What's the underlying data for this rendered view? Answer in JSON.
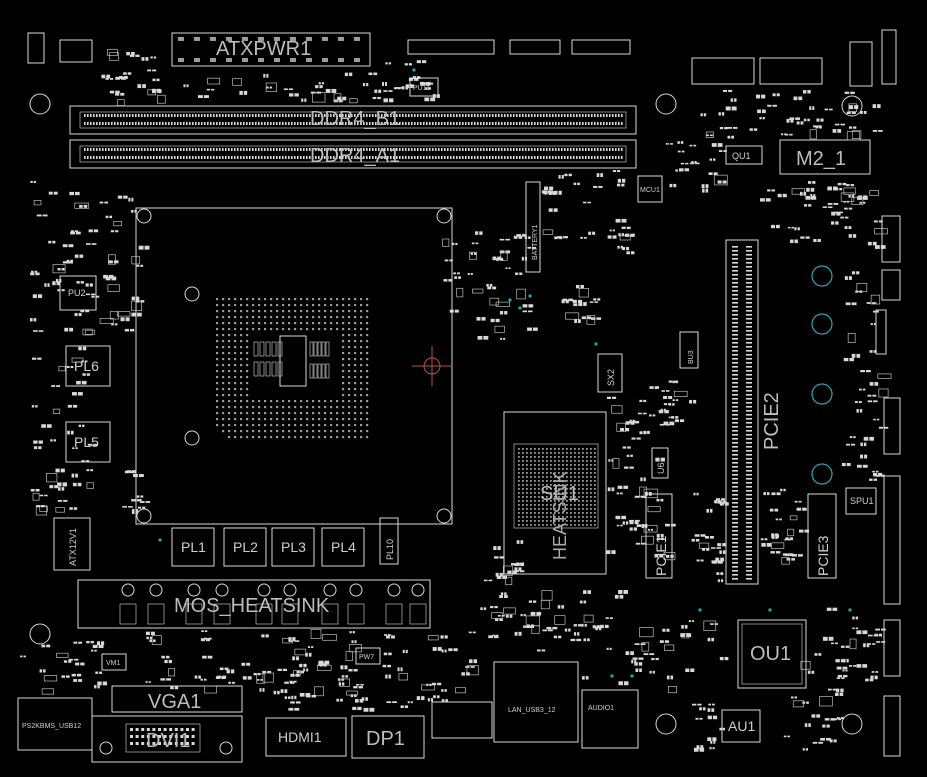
{
  "labels": {
    "atxpwr1": "ATXPWR1",
    "ddr4_b1": "DDR4_B1",
    "ddr4_a1": "DDR4_A1",
    "m2_1": "M2_1",
    "qu1": "QU1",
    "mcu1": "MCU1",
    "pu11": "PU11",
    "battery1": "BATTERY1",
    "pl1": "PL1",
    "pl2": "PL2",
    "pl3": "PL3",
    "pl4": "PL4",
    "pl5": "PL5",
    "pl6": "PL6",
    "pl10": "PL10",
    "pu2": "PU2",
    "atx12v1": "ATX12V1",
    "mos_heatsink": "MOS_HEATSINK",
    "vga1": "VGA1",
    "dvi1": "DVI1",
    "hdmi1": "HDMI1",
    "dp1": "DP1",
    "lan_usb": "LAN_USB3_12",
    "audio1": "AUDIO1",
    "ps2kb": "PS2KBMS_USB12",
    "ou1": "OU1",
    "au1": "AU1",
    "su1": "SU1",
    "heatsink": "HEATSINK",
    "pcie1": "PCIE1",
    "pcie2": "PCIE2",
    "pcie3": "PCIE3",
    "spu1": "SPU1",
    "bu3": "BU3",
    "sx2": "SX2",
    "u6": "U6",
    "pw7": "PW7",
    "vm1": "VM1"
  }
}
